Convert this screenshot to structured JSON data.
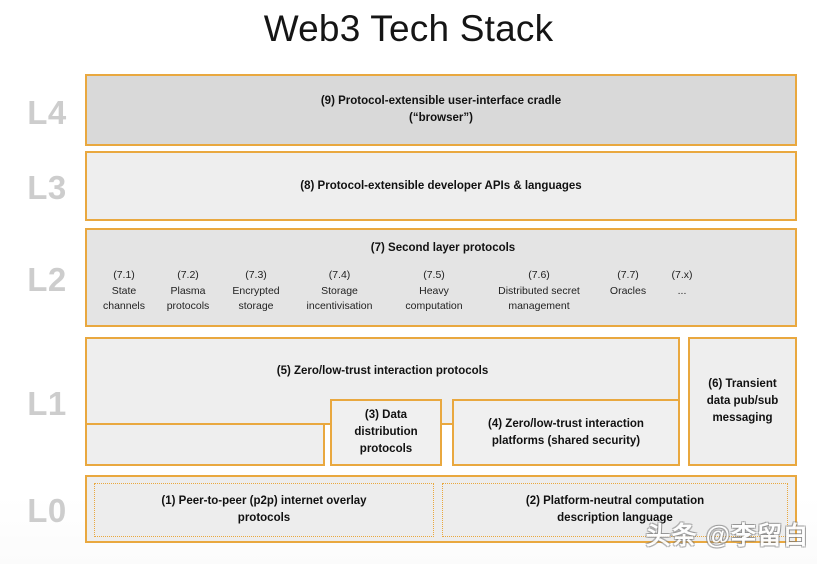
{
  "title": "Web3 Tech Stack",
  "watermark": "头条 @李留白",
  "colors": {
    "border": "#e9a83f",
    "layer_label": "#cdcdcd",
    "l4_fill": "#d9d9d9",
    "l3_fill": "#eeeeee",
    "l2_fill": "#e4e4e4",
    "l1_fill": "#eeeeee",
    "l0_fill": "#ededed"
  },
  "layers": {
    "l4": {
      "label": "L4",
      "box_line1": "(9) Protocol-extensible user-interface cradle",
      "box_line2": "(“browser”)"
    },
    "l3": {
      "label": "L3",
      "box_line1": "(8) Protocol-extensible developer APIs & languages"
    },
    "l2": {
      "label": "L2",
      "heading": "(7) Second layer protocols",
      "items": [
        {
          "num": "(7.1)",
          "line1": "State",
          "line2": "channels"
        },
        {
          "num": "(7.2)",
          "line1": "Plasma",
          "line2": "protocols"
        },
        {
          "num": "(7.3)",
          "line1": "Encrypted",
          "line2": "storage"
        },
        {
          "num": "(7.4)",
          "line1": "Storage",
          "line2": "incentivisation"
        },
        {
          "num": "(7.5)",
          "line1": "Heavy",
          "line2": "computation"
        },
        {
          "num": "(7.6)",
          "line1": "Distributed secret",
          "line2": "management"
        },
        {
          "num": "(7.7)",
          "line1": "Oracles",
          "line2": ""
        },
        {
          "num": "(7.x)",
          "line1": "...",
          "line2": ""
        }
      ]
    },
    "l1": {
      "label": "L1",
      "box5_line1": "(5) Zero/low-trust interaction protocols",
      "box3_line1": "(3) Data",
      "box3_line2": "distribution",
      "box3_line3": "protocols",
      "box4_line1": "(4) Zero/low-trust interaction",
      "box4_line2": "platforms (shared security)",
      "box6_line1": "(6) Transient",
      "box6_line2": "data pub/sub",
      "box6_line3": "messaging"
    },
    "l0": {
      "label": "L0",
      "box1_line1": "(1) Peer-to-peer (p2p) internet overlay",
      "box1_line2": "protocols",
      "box2_line1": "(2) Platform-neutral computation",
      "box2_line2": "description language"
    }
  }
}
